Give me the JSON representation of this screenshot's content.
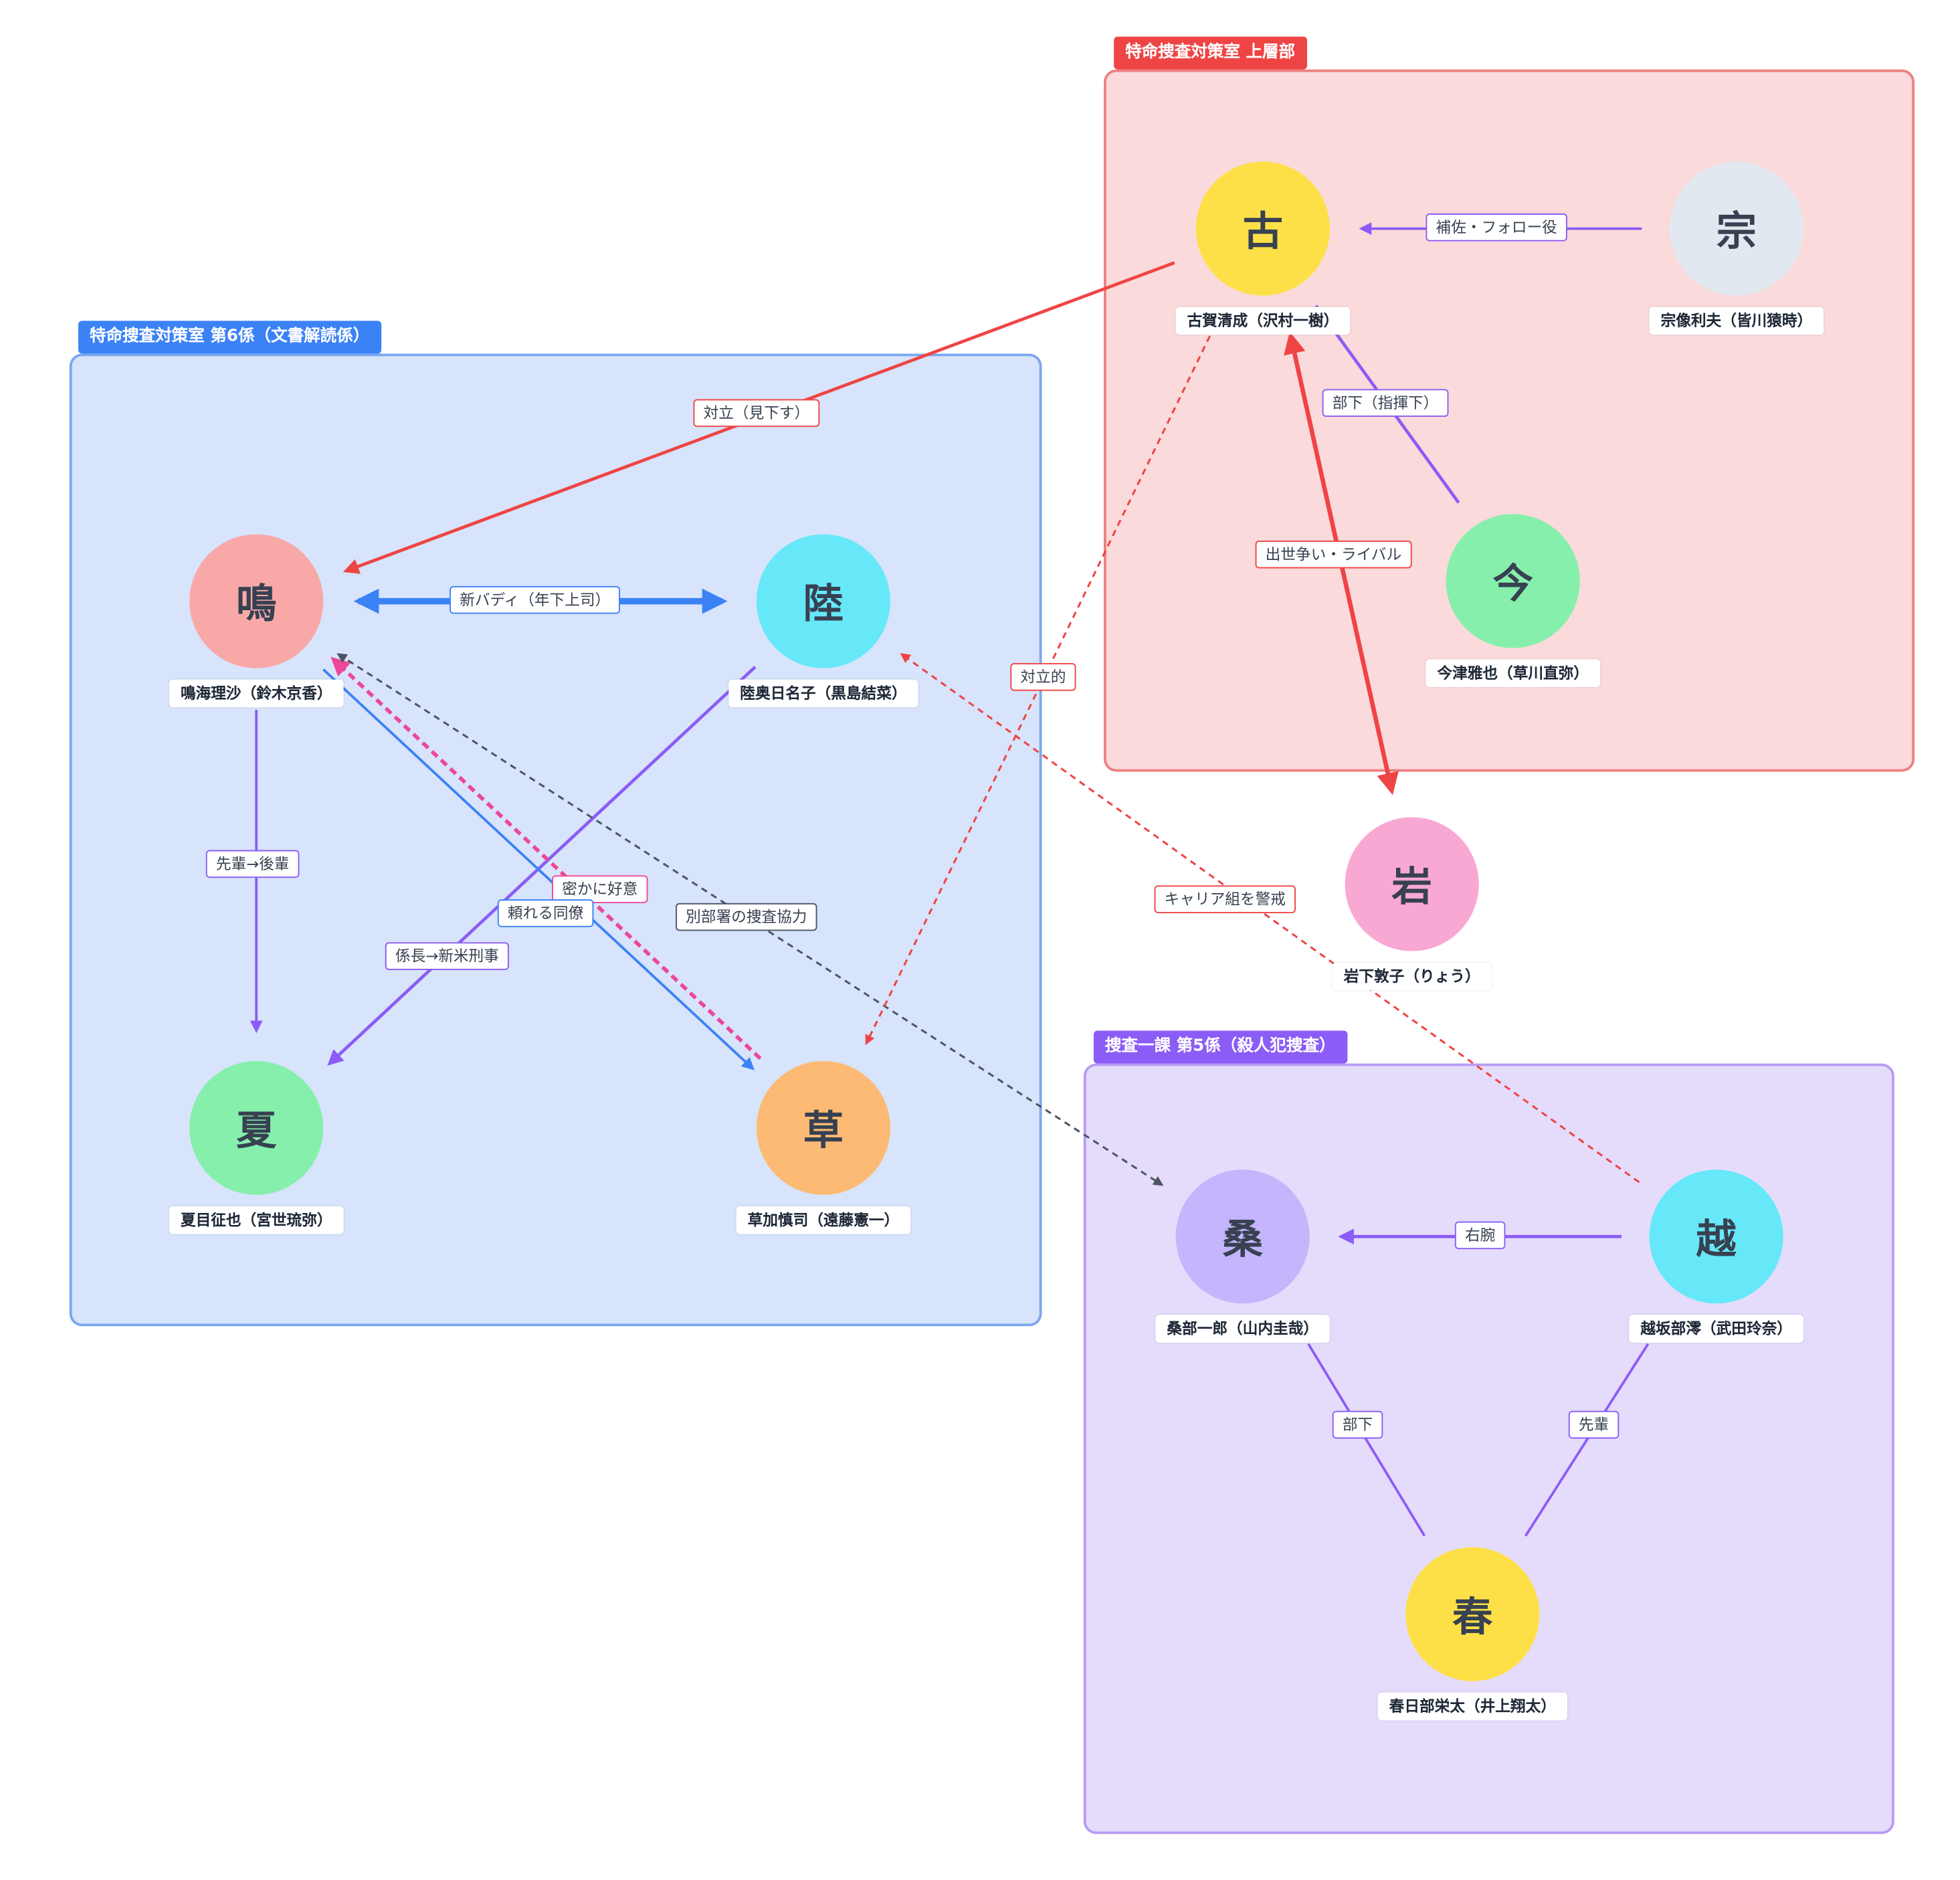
{
  "groups": {
    "section6": "特命捜査対策室 第6係（文書解読係）",
    "upper": "特命捜査対策室 上層部",
    "section5": "捜査一課 第5係（殺人犯捜査）"
  },
  "nodes": {
    "naru": {
      "char": "鳴",
      "name": "鳴海理沙（鈴木京香）"
    },
    "riku": {
      "char": "陸",
      "name": "陸奥日名子（黒島結菜）"
    },
    "natsu": {
      "char": "夏",
      "name": "夏目征也（宮世琉弥）"
    },
    "kusa": {
      "char": "草",
      "name": "草加慎司（遠藤憲一）"
    },
    "ko": {
      "char": "古",
      "name": "古賀清成（沢村一樹）"
    },
    "so": {
      "char": "宗",
      "name": "宗像利夫（皆川猿時）"
    },
    "ima": {
      "char": "今",
      "name": "今津雅也（草川直弥）"
    },
    "iwa": {
      "char": "岩",
      "name": "岩下敦子（りょう）"
    },
    "kuwa": {
      "char": "桑",
      "name": "桑部一郎（山内圭哉）"
    },
    "etsu": {
      "char": "越",
      "name": "越坂部澪（武田玲奈）"
    },
    "haru": {
      "char": "春",
      "name": "春日部栄太（井上翔太）"
    }
  },
  "edges": {
    "new_buddy": "新バディ（年下上司）",
    "senpai_kohai": "先輩→後輩",
    "kakaricho": "係長→新米刑事",
    "reliable": "頼れる同僚",
    "secret_love": "密かに好意",
    "other_dept": "別部署の捜査協力",
    "conflict_lookdown": "対立（見下す）",
    "opposing": "対立的",
    "wary_career": "キャリア組を警戒",
    "assist": "補佐・フォロー役",
    "subordinate_command": "部下（指揮下）",
    "rival": "出世争い・ライバル",
    "right_hand": "右腕",
    "subordinate": "部下",
    "senior": "先輩"
  },
  "colors": {
    "section6": "#3b82f6",
    "upper": "#ef4444",
    "section5": "#8b5cf6",
    "pink": "#ec4899",
    "gray": "#4b5563"
  }
}
